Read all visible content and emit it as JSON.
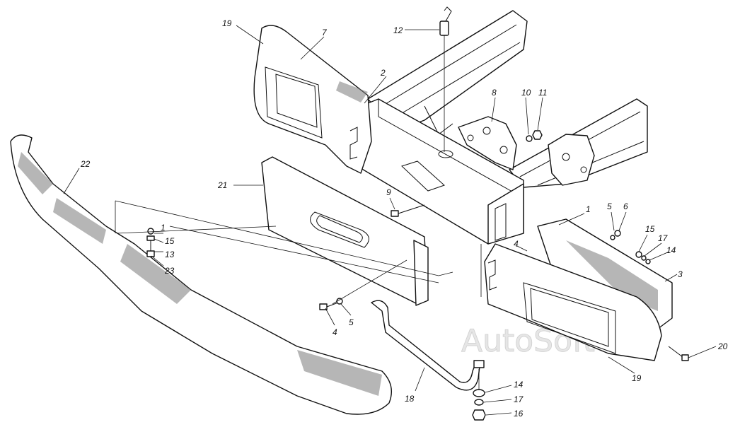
{
  "watermark": "AutoSoft",
  "callouts": [
    {
      "id": "c19a",
      "text": "19"
    },
    {
      "id": "c7",
      "text": "7"
    },
    {
      "id": "c12",
      "text": "12"
    },
    {
      "id": "c2",
      "text": "2"
    },
    {
      "id": "c8",
      "text": "8"
    },
    {
      "id": "c10",
      "text": "10"
    },
    {
      "id": "c11",
      "text": "11"
    },
    {
      "id": "c22",
      "text": "22"
    },
    {
      "id": "c21",
      "text": "21"
    },
    {
      "id": "c9",
      "text": "9"
    },
    {
      "id": "c1a",
      "text": "1"
    },
    {
      "id": "c15a",
      "text": "15"
    },
    {
      "id": "c13",
      "text": "13"
    },
    {
      "id": "c23",
      "text": "23"
    },
    {
      "id": "c1b",
      "text": "1"
    },
    {
      "id": "c5a",
      "text": "5"
    },
    {
      "id": "c6",
      "text": "6"
    },
    {
      "id": "c15b",
      "text": "15"
    },
    {
      "id": "c17a",
      "text": "17"
    },
    {
      "id": "c14a",
      "text": "14"
    },
    {
      "id": "c4a",
      "text": "4"
    },
    {
      "id": "c3",
      "text": "3"
    },
    {
      "id": "c4b",
      "text": "4"
    },
    {
      "id": "c5b",
      "text": "5"
    },
    {
      "id": "c20",
      "text": "20"
    },
    {
      "id": "c19b",
      "text": "19"
    },
    {
      "id": "c18",
      "text": "18"
    },
    {
      "id": "c14b",
      "text": "14"
    },
    {
      "id": "c17b",
      "text": "17"
    },
    {
      "id": "c16",
      "text": "16"
    }
  ]
}
